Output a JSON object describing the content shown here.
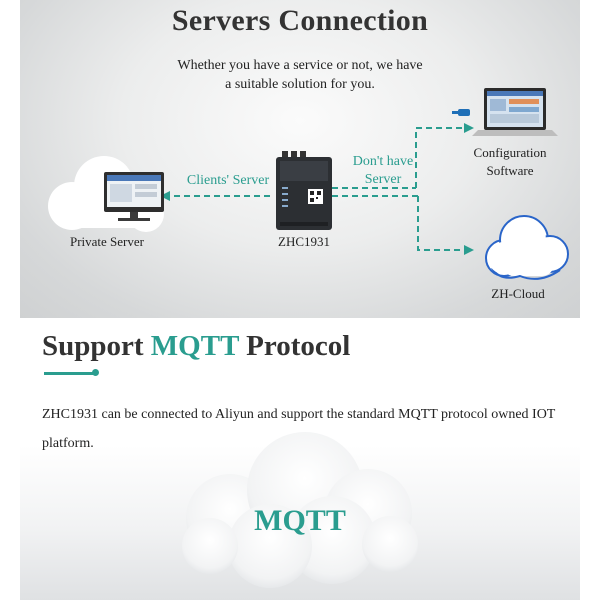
{
  "servers": {
    "title": "Servers Connection",
    "subtitle_line1": "Whether you have a service or not, we have",
    "subtitle_line2": "a suitable solution for you.",
    "clients_server_label": "Clients' Server",
    "dont_have_line1": "Don't have",
    "dont_have_line2": "Server",
    "private_server_label": "Private Server",
    "device_label": "ZHC1931",
    "config_line1": "Configuration",
    "config_line2": "Software",
    "cloud_label": "ZH-Cloud"
  },
  "mqtt_section": {
    "title_prefix": "Support ",
    "title_accent": "MQTT",
    "title_suffix": " Protocol",
    "paragraph": "ZHC1931 can be connected to Aliyun and support the standard MQTT protocol owned IOT platform.",
    "cloud_text": "MQTT"
  },
  "colors": {
    "accent": "#2a9d8f",
    "text": "#333333"
  }
}
